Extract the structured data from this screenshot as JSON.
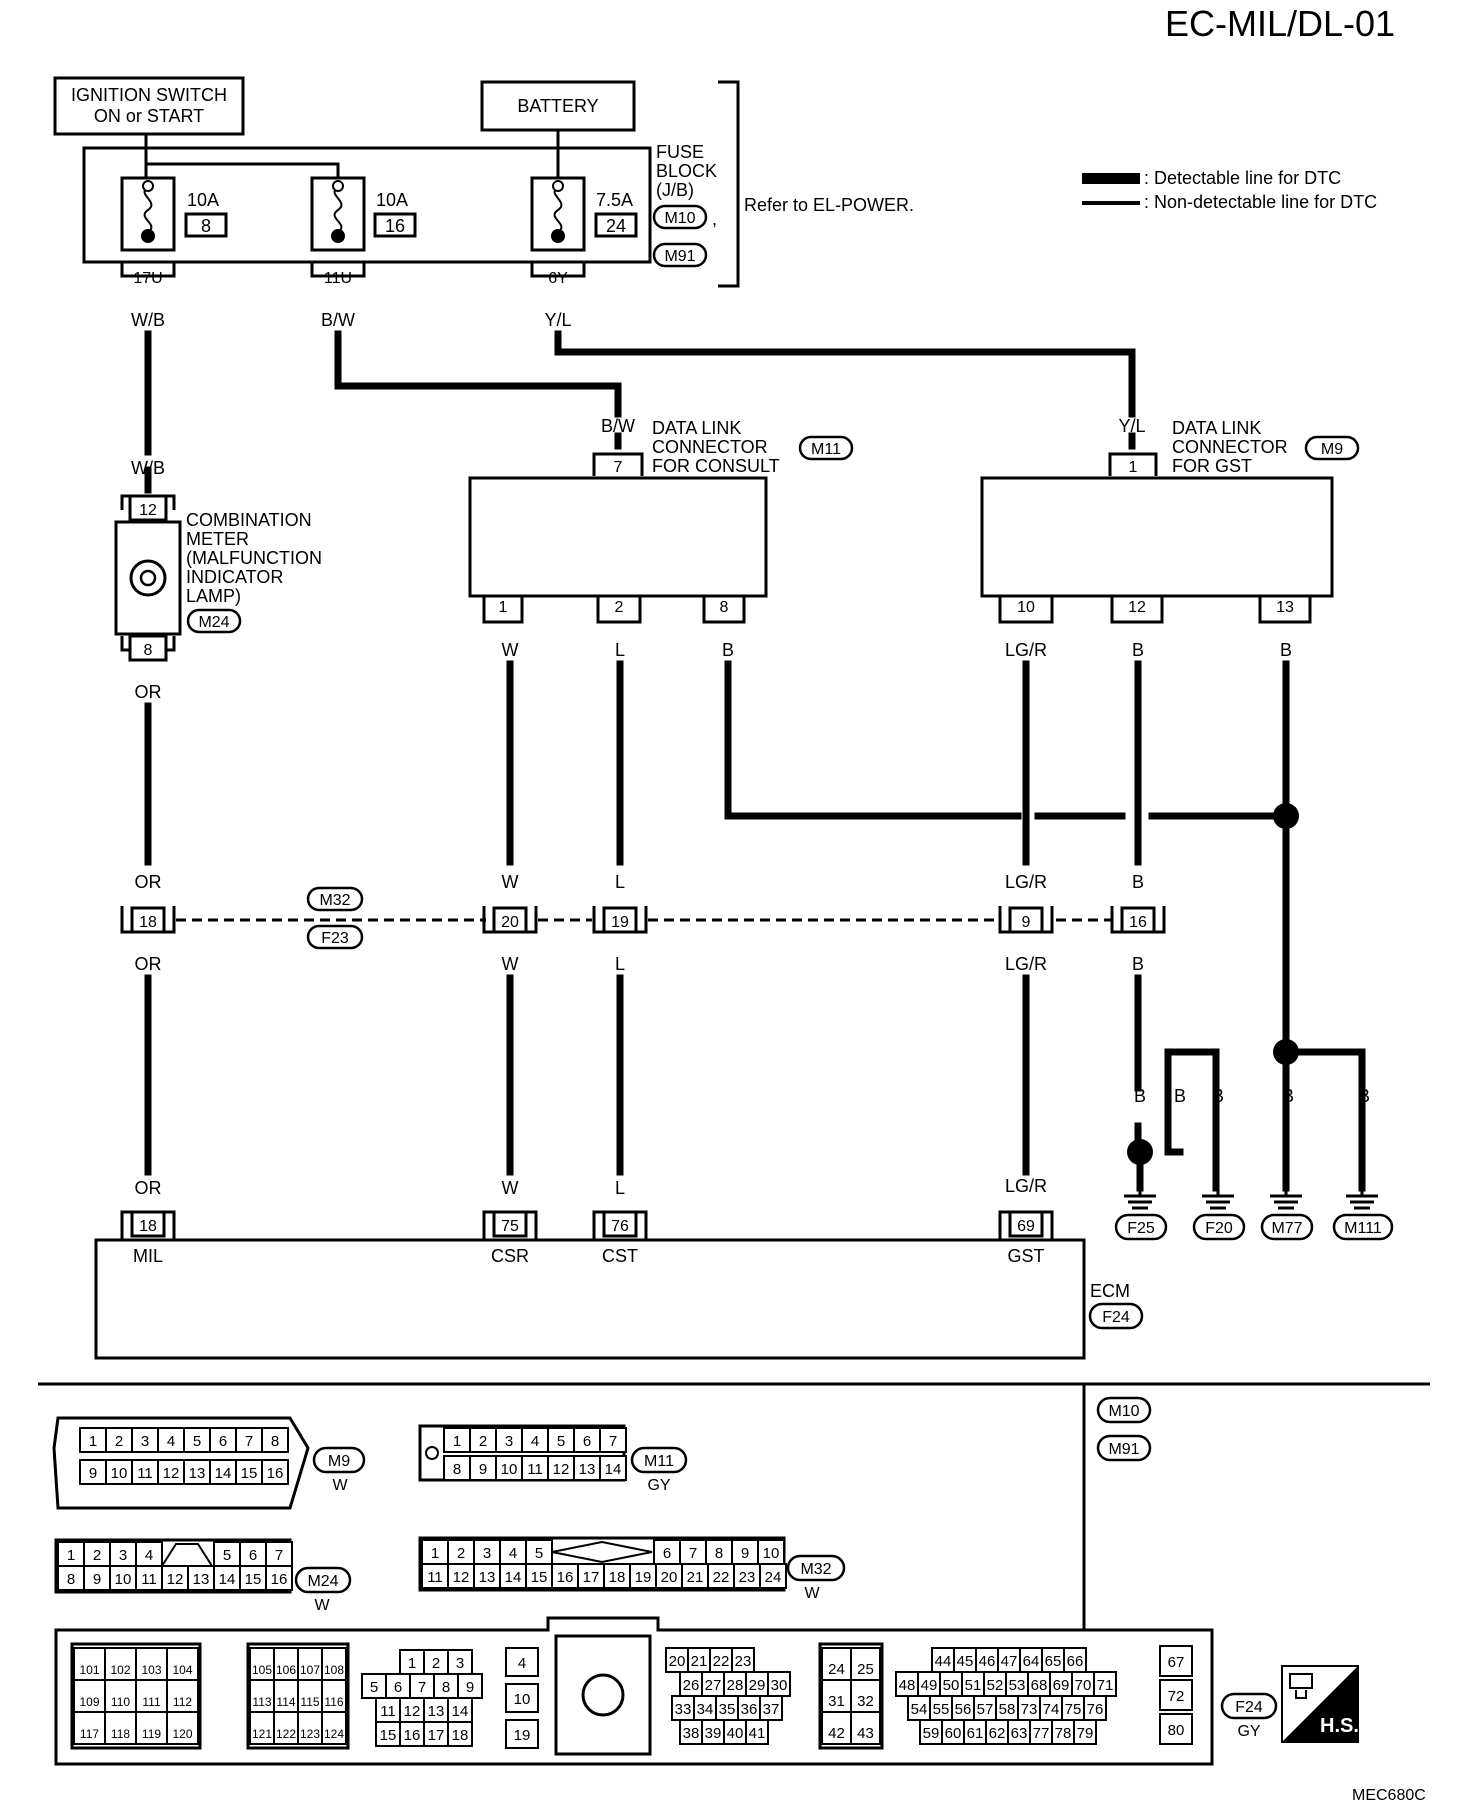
{
  "title": "EC-MIL/DL-01",
  "figure_code": "MEC680C",
  "legend": {
    "detectable": ": Detectable line for DTC",
    "non_detectable": ": Non-detectable line for DTC"
  },
  "ignition": {
    "line1": "IGNITION SWITCH",
    "line2": "ON or START"
  },
  "battery": "BATTERY",
  "fuse_block": {
    "l1": "FUSE",
    "l2": "BLOCK",
    "l3": "(J/B)",
    "conn1": "M10",
    "comma": ",",
    "conn2": "M91",
    "refer": "Refer to EL-POWER.",
    "fuses": [
      {
        "amp": "10A",
        "num": "8",
        "term": "17U",
        "wire": "W/B"
      },
      {
        "amp": "10A",
        "num": "16",
        "term": "11U",
        "wire": "B/W"
      },
      {
        "amp": "7.5A",
        "num": "24",
        "term": "6Y",
        "wire": "Y/L"
      }
    ]
  },
  "meter": {
    "l1": "COMBINATION",
    "l2": "METER",
    "l3": "(MALFUNCTION",
    "l4": "INDICATOR",
    "l5": "LAMP)",
    "conn": "M24",
    "pin_in": "12",
    "pin_out": "8",
    "wire_in": "W/B",
    "wire_out": "OR"
  },
  "dlc_consult": {
    "l1": "DATA LINK",
    "l2": "CONNECTOR",
    "l3": "FOR CONSULT",
    "conn": "M11",
    "pin_in": "7",
    "wire_in": "B/W",
    "pins": [
      {
        "pin": "1",
        "wire": "W"
      },
      {
        "pin": "2",
        "wire": "L"
      },
      {
        "pin": "8",
        "wire": "B"
      }
    ]
  },
  "dlc_gst": {
    "l1": "DATA LINK",
    "l2": "CONNECTOR",
    "l3": "FOR GST",
    "conn": "M9",
    "pin_in": "1",
    "wire_in": "Y/L",
    "pins": [
      {
        "pin": "10",
        "wire": "LG/R"
      },
      {
        "pin": "12",
        "wire": "B"
      },
      {
        "pin": "13",
        "wire": "B"
      }
    ]
  },
  "joint": {
    "conn_top": "M32",
    "conn_bottom": "F23",
    "pins": [
      {
        "pin": "18",
        "above": "OR",
        "below": "OR"
      },
      {
        "pin": "20",
        "above": "W",
        "below": "W"
      },
      {
        "pin": "19",
        "above": "L",
        "below": "L"
      },
      {
        "pin": "9",
        "above": "LG/R",
        "below": "LG/R"
      },
      {
        "pin": "16",
        "above": "B",
        "below": "B"
      }
    ]
  },
  "grounds": [
    {
      "label": "F25",
      "wire": "B"
    },
    {
      "label": "F20",
      "wire": "B"
    },
    {
      "label": "M77",
      "wire": "B"
    },
    {
      "label": "M111",
      "wire": "B"
    }
  ],
  "extra_b_label": "B",
  "ecm": {
    "label": "ECM",
    "conn": "F24",
    "pins": [
      {
        "pin": "18",
        "name": "MIL",
        "wire": "OR"
      },
      {
        "pin": "75",
        "name": "CSR",
        "wire": "W"
      },
      {
        "pin": "76",
        "name": "CST",
        "wire": "L"
      },
      {
        "pin": "69",
        "name": "GST",
        "wire": "LG/R"
      }
    ]
  },
  "connectors": {
    "m9": {
      "id": "M9",
      "color": "W",
      "row1": [
        "1",
        "2",
        "3",
        "4",
        "5",
        "6",
        "7",
        "8"
      ],
      "row2": [
        "9",
        "10",
        "11",
        "12",
        "13",
        "14",
        "15",
        "16"
      ]
    },
    "m11": {
      "id": "M11",
      "color": "GY",
      "row1": [
        "1",
        "2",
        "3",
        "4",
        "5",
        "6",
        "7"
      ],
      "row2": [
        "8",
        "9",
        "10",
        "11",
        "12",
        "13",
        "14"
      ]
    },
    "m24": {
      "id": "M24",
      "color": "W",
      "row1a": [
        "1",
        "2",
        "3",
        "4"
      ],
      "row1b": [
        "5",
        "6",
        "7"
      ],
      "row2": [
        "8",
        "9",
        "10",
        "11",
        "12",
        "13",
        "14",
        "15",
        "16"
      ]
    },
    "m32": {
      "id": "M32",
      "color": "W",
      "row1a": [
        "1",
        "2",
        "3",
        "4",
        "5"
      ],
      "row1b": [
        "6",
        "7",
        "8",
        "9",
        "10"
      ],
      "row2": [
        "11",
        "12",
        "13",
        "14",
        "15",
        "16",
        "17",
        "18",
        "19",
        "20",
        "21",
        "22",
        "23",
        "24"
      ]
    },
    "m10": "M10",
    "m91": "M91",
    "f24": {
      "id": "F24",
      "color": "GY",
      "hs": "H.S.",
      "blockA": [
        [
          "101",
          "102",
          "103",
          "104"
        ],
        [
          "109",
          "110",
          "111",
          "112"
        ],
        [
          "117",
          "118",
          "119",
          "120"
        ]
      ],
      "blockB": [
        [
          "105",
          "106",
          "107",
          "108"
        ],
        [
          "113",
          "114",
          "115",
          "116"
        ],
        [
          "121",
          "122",
          "123",
          "124"
        ]
      ],
      "blockC": [
        [
          "1",
          "2",
          "3"
        ],
        [
          "5",
          "6",
          "7",
          "8",
          "9"
        ],
        [
          "11",
          "12",
          "13",
          "14"
        ],
        [
          "15",
          "16",
          "17",
          "18"
        ]
      ],
      "blockD": [
        "4",
        "10",
        "19"
      ],
      "blockE": [
        [
          "20",
          "21",
          "22",
          "23"
        ],
        [
          "26",
          "27",
          "28",
          "29",
          "30"
        ],
        [
          "33",
          "34",
          "35",
          "36",
          "37"
        ],
        [
          "38",
          "39",
          "40",
          "41"
        ]
      ],
      "blockF": [
        [
          "24",
          "25"
        ],
        [
          "31",
          "32"
        ],
        [
          "42",
          "43"
        ]
      ],
      "blockG": [
        [
          "44",
          "45",
          "46",
          "47",
          "64",
          "65",
          "66"
        ],
        [
          "48",
          "49",
          "50",
          "51",
          "52",
          "53",
          "68",
          "69",
          "70",
          "71"
        ],
        [
          "54",
          "55",
          "56",
          "57",
          "58",
          "73",
          "74",
          "75",
          "76"
        ],
        [
          "59",
          "60",
          "61",
          "62",
          "63",
          "77",
          "78",
          "79"
        ]
      ],
      "blockH": [
        "67",
        "72",
        "80"
      ]
    }
  }
}
